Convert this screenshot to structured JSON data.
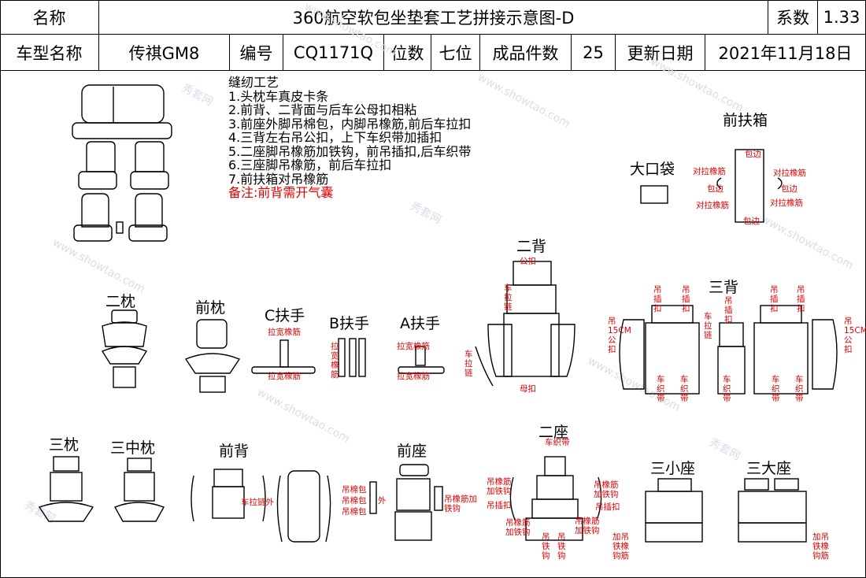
{
  "header": {
    "name_label": "名称",
    "title": "360航空软包坐垫套工艺拼接示意图-D",
    "coef_label": "系数",
    "coef_value": "1.33",
    "model_label": "车型名称",
    "model_value": "传祺GM8",
    "code_label": "编号",
    "code_value": "CQ1171Q",
    "seats_label": "位数",
    "seats_value": "七位",
    "pieces_label": "成品件数",
    "pieces_value": "25",
    "date_label": "更新日期",
    "date_value": "2021年11月18日"
  },
  "instructions": {
    "heading": "缝纫工艺",
    "items": [
      "1.头枕车真皮卡条",
      "2.前背、二背面与后车公母扣相粘",
      "3.前座外脚吊棉包，内脚吊橡筋,前后车拉扣",
      "4.三背左右吊公扣，上下车织带加插扣",
      "5.二座脚吊橡筋加铁钩，前吊插扣,后车织带",
      "6.三座脚吊橡筋，前后车拉扣",
      "7.前扶箱对吊橡筋"
    ],
    "remark": "备注:前背需开气囊"
  },
  "parts": {
    "front_armrest": "前扶箱",
    "big_pocket": "大口袋",
    "second_back": "二背",
    "third_back": "三背",
    "second_pillow": "二枕",
    "front_pillow": "前枕",
    "c_armrest": "C扶手",
    "b_armrest": "B扶手",
    "a_armrest": "A扶手",
    "third_pillow": "三枕",
    "third_mid_pillow": "三中枕",
    "front_back": "前背",
    "front_seat": "前座",
    "second_seat": "二座",
    "third_small_seat": "三小座",
    "third_big_seat": "三大座"
  },
  "annotations": {
    "edging": "包边",
    "pull_elastic": "对拉橡筋",
    "male_buckle": "公扣",
    "female_buckle": "母扣",
    "zip": "拉链",
    "pull_elastic_wide": "拉宽橡筋",
    "hang_buckle": "吊插扣",
    "hang_15cm": "吊15CM公扣",
    "car_zipper": "车拉链",
    "car_strap": "车织带",
    "zip_out": "车拉链外",
    "hang_cotton": "吊棉包",
    "hang_elastic_hook": "吊橡筋加铁钩",
    "hang_hook": "吊铁钩",
    "hang_elastic": "吊橡筋",
    "hang_insert": "吊插扣",
    "car_weave": "车织带",
    "outer": "外",
    "edge_elastic_hook": "加吊铁橡钩筋"
  },
  "watermark": [
    "秀套网",
    "www.showtao.com"
  ],
  "colors": {
    "line": "#000000",
    "note": "#e00000",
    "watermark": "#d8dde8"
  }
}
